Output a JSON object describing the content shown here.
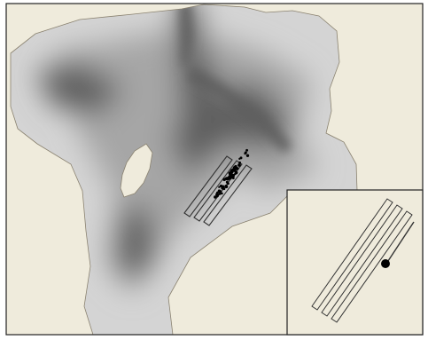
{
  "figure": {
    "panels": [
      "main-map",
      "inset-map"
    ]
  },
  "map": {
    "background_color": "#efebdc",
    "terrain_color_light": "#d4d4d4",
    "terrain_color_mid": "#a6a6a6",
    "terrain_color_dark": "#5f5f5f",
    "island_color": "#efebdc",
    "outline_color": "#8a8270",
    "frame_color": "#222222"
  },
  "survey": {
    "track_lines_count": 3,
    "track_color": "#333333",
    "sighting_points_color": "#000000",
    "sighting_points_count": 60
  },
  "inset": {
    "background_color": "#efebdc",
    "track_lines_count": 3,
    "marker_icon": "filled-circle"
  }
}
